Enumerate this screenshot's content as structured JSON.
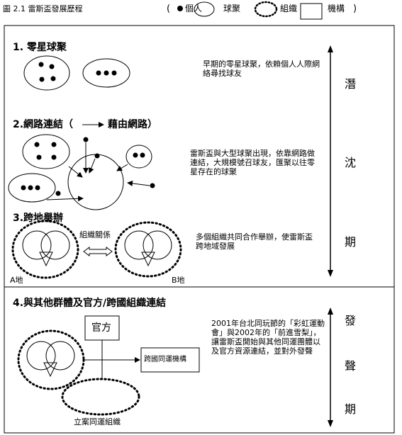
{
  "header": {
    "figure_label": "圖 2.1 雷斯盃發展歷程",
    "legend_open_paren": "(",
    "legend_person": "個人",
    "legend_group": "球聚",
    "legend_org": "組織",
    "legend_institution": "機構",
    "legend_close_paren": ")"
  },
  "sections": {
    "s1": {
      "title": "1. 零星球聚",
      "desc": "早期的零星球聚，依賴個人人際網絡尋找球友"
    },
    "s2": {
      "title_a": "2.網路連結（",
      "title_b": "藉由網路）",
      "desc": "雷斯盃與大型球聚出現，依靠網路做連結，大規模號召球友，匯聚以往零星存在的球聚"
    },
    "s3": {
      "title": "3.跨地舉辦",
      "org_relation": "組織關係",
      "label_a": "A地",
      "label_b": "B地",
      "desc": "多個組織共同合作舉辦，使雷斯盃跨地域發展"
    },
    "s4": {
      "title": "4.與其他群體及官方/跨國組織連結",
      "official": "官方",
      "cross_org": "跨國同運機構",
      "registered_org": "立案同運組織",
      "desc": "2001年台北同玩節的「彩虹運動會」與2002年的「前進雪梨」，讓雷斯盃開始與其他同運團體以及官方資源連結，並對外發聲"
    }
  },
  "phases": {
    "latent": [
      "潛",
      "沈",
      "期"
    ],
    "voice": [
      "發",
      "聲",
      "期"
    ]
  }
}
